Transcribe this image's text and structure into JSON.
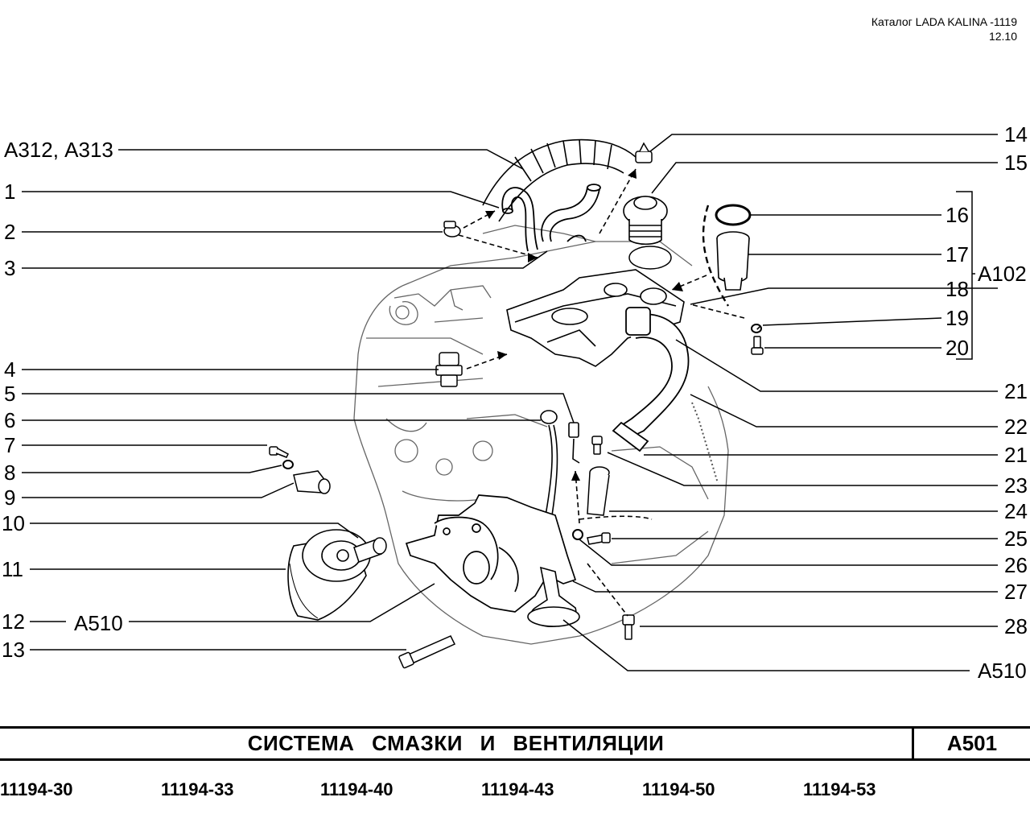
{
  "header": {
    "catalog": "Каталог  LADA  KALINA -1119",
    "date": "12.10"
  },
  "callouts_left": [
    "А312, А313",
    "1",
    "2",
    "3",
    "4",
    "5",
    "6",
    "7",
    "8",
    "9",
    "10",
    "11",
    "12",
    "А510",
    "13"
  ],
  "callouts_right": [
    "14",
    "15",
    "16",
    "17",
    "А102",
    "18",
    "19",
    "20",
    "21",
    "22",
    "21",
    "23",
    "24",
    "25",
    "26",
    "27",
    "28",
    "А510"
  ],
  "footer": {
    "title": "СИСТЕМА   СМАЗКИ   И   ВЕНТИЛЯЦИИ",
    "code": "А501",
    "variants": [
      "11194-30",
      "11194-33",
      "11194-40",
      "11194-43",
      "11194-50",
      "11194-53"
    ]
  }
}
